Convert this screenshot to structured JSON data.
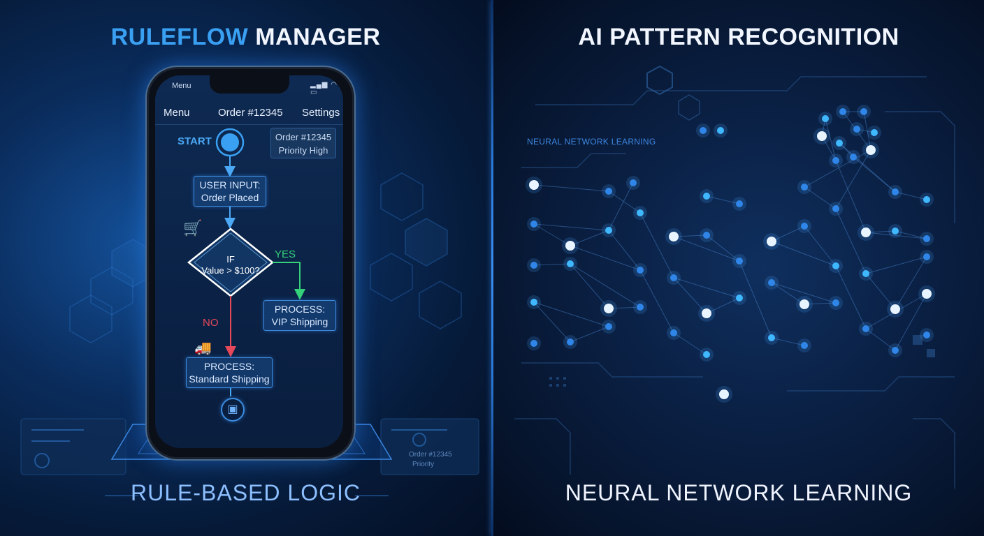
{
  "left": {
    "title_accent": "RULEFLOW",
    "title_rest": " MANAGER",
    "footer": "RULE-BASED LOGIC",
    "phone": {
      "status_time": "Menu",
      "status_icons": "▂▄▆ ◠ ▭",
      "nav": {
        "menu": "Menu",
        "title": "Order #12345",
        "settings": "Settings"
      },
      "order_info": [
        "Order #12345",
        "Priority High"
      ],
      "flow": {
        "start": "START",
        "user_input": [
          "USER INPUT:",
          "Order Placed"
        ],
        "decision": [
          "IF",
          "Value > $100?"
        ],
        "yes": "YES",
        "no": "NO",
        "vip": [
          "PROCESS:",
          "VIP Shipping"
        ],
        "standard": [
          "PROCESS:",
          "Standard Shipping"
        ]
      }
    },
    "background_text": [
      "Order #12345",
      "Priority"
    ]
  },
  "right": {
    "title": "AI PATTERN RECOGNITION",
    "caption": "NEURAL NETWORK LEARNING",
    "footer": "NEURAL NETWORK LEARNING"
  },
  "icons": {
    "cart": "cart-icon",
    "truck": "truck-icon",
    "box": "box-icon"
  },
  "colors": {
    "accent_blue": "#3aa0f2",
    "yes_green": "#34d07a",
    "no_red": "#e6495a",
    "node_glow": "#3f8be0"
  }
}
